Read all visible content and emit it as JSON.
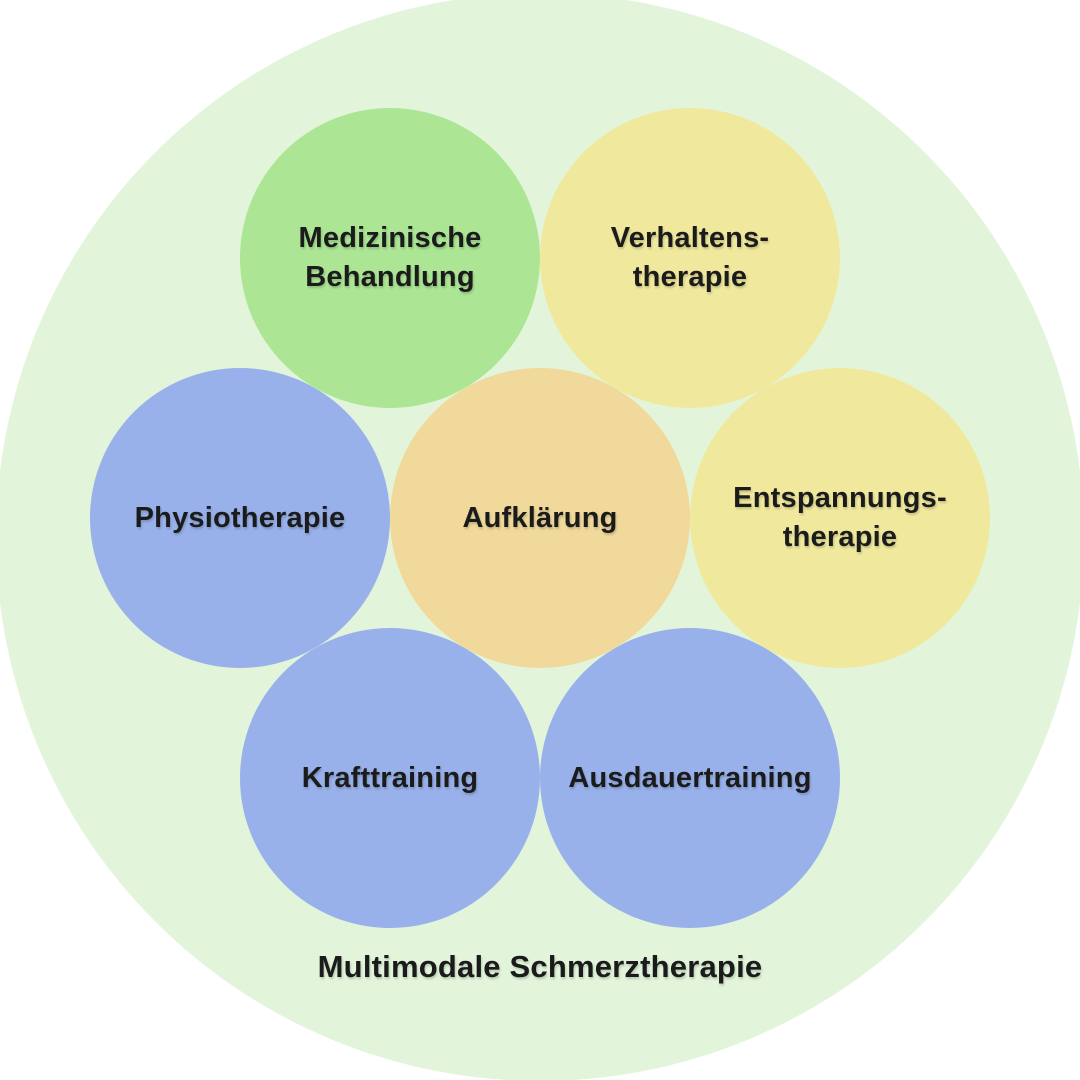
{
  "title": "Multimodale Schmerztherapie",
  "colors": {
    "canvas_background": "#ffffff",
    "outer_circle": "#e2f5db",
    "text": "#1b1b1b",
    "green": "#ace695",
    "yellow": "#f0e99d",
    "blue": "#98b1ea",
    "tan": "#f0d99a"
  },
  "circles": [
    {
      "name": "medizinische-behandlung",
      "lines": [
        "Medizinische",
        "Behandlung"
      ],
      "color": "#ace695"
    },
    {
      "name": "verhaltenstherapie",
      "lines": [
        "Verhaltens-",
        "therapie"
      ],
      "color": "#f0e99d"
    },
    {
      "name": "physiotherapie",
      "lines": [
        "Physiotherapie"
      ],
      "color": "#98b1ea"
    },
    {
      "name": "aufklaerung",
      "lines": [
        "Aufklärung"
      ],
      "color": "#f0d99a"
    },
    {
      "name": "entspannungstherapie",
      "lines": [
        "Entspannungs-",
        "therapie"
      ],
      "color": "#f0e99d"
    },
    {
      "name": "krafttraining",
      "lines": [
        "Krafttraining"
      ],
      "color": "#98b1ea"
    },
    {
      "name": "ausdauertraining",
      "lines": [
        "Ausdauertraining"
      ],
      "color": "#98b1ea"
    }
  ]
}
